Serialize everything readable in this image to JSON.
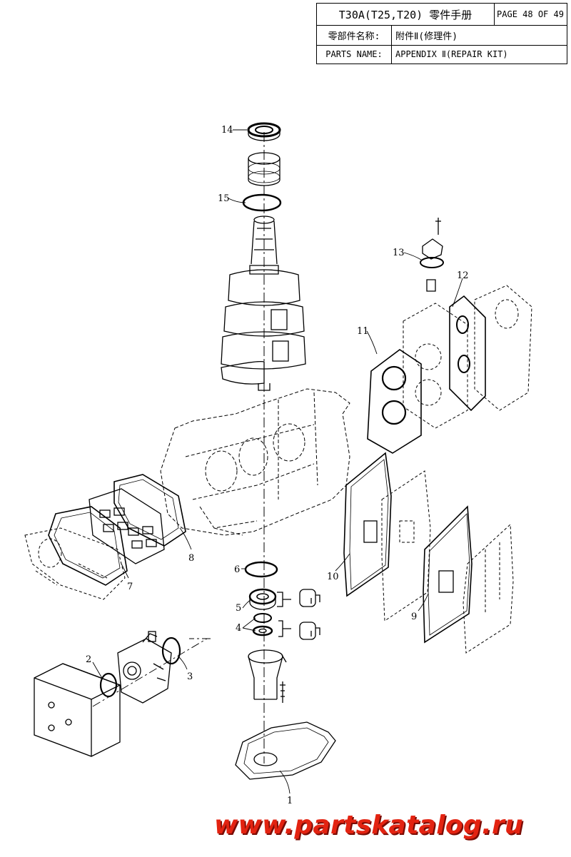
{
  "header": {
    "model_title": "T30A(T25,T20) 零件手册",
    "page_label": "PAGE 48 OF 49",
    "name_cn_label": "零部件名称:",
    "name_cn_value": "附件Ⅱ(修理件)",
    "name_en_label": "PARTS NAME:",
    "name_en_value": "APPENDIX Ⅱ(REPAIR KIT)"
  },
  "callouts": [
    "1",
    "2",
    "3",
    "4",
    "5",
    "6",
    "7",
    "8",
    "9",
    "10",
    "11",
    "12",
    "13",
    "14",
    "15"
  ],
  "watermark": "www.partskatalog.ru",
  "colors": {
    "line": "#000000",
    "watermark": "#e32311"
  }
}
